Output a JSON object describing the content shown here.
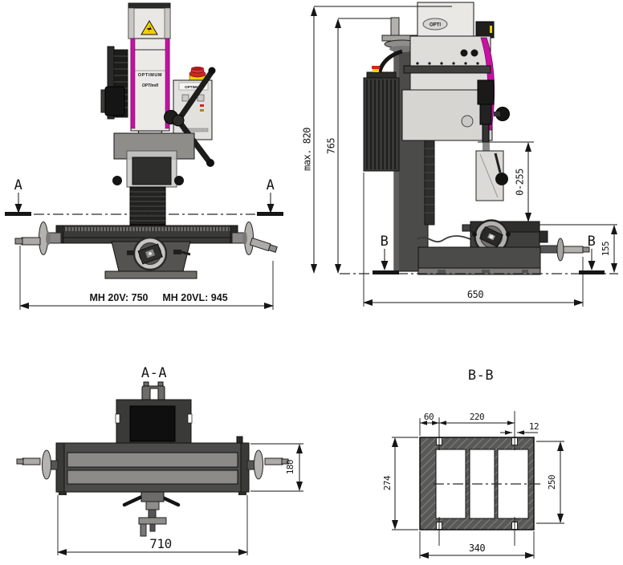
{
  "colors": {
    "accent_magenta": "#c611a2",
    "warning_yellow": "#f2cf06",
    "estop_red": "#cf2626",
    "line_black": "#161616"
  },
  "machine": {
    "brand": "OPTIMUM",
    "logo": "OPTImill",
    "logo_short": "OPTI"
  },
  "views": {
    "front": {
      "section_label_left": "A",
      "section_label_right": "A",
      "dim_mh20v": "MH 20V: 750",
      "dim_mh20vl": "MH 20VL: 945"
    },
    "side": {
      "section_label_left": "B",
      "section_label_right": "B",
      "dim_max_height": "max. 820",
      "dim_height": "765",
      "dim_spindle_travel": "0-255",
      "dim_table_height": "155",
      "dim_depth": "650"
    },
    "section_aa": {
      "title": "A-A",
      "dim_table_depth": "180",
      "dim_table_width": "710"
    },
    "section_bb": {
      "title": "B-B",
      "dim_slot_offset": "60",
      "dim_slot_spacing": "220",
      "dim_slot_width": "12",
      "dim_base_depth": "274",
      "dim_slot_span": "250",
      "dim_base_width": "340"
    }
  }
}
